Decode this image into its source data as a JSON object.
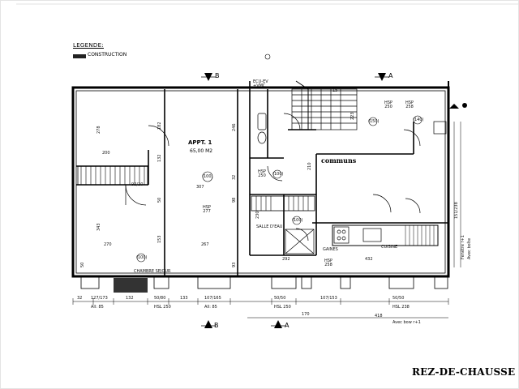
{
  "legend": {
    "title": "LEGENDE:",
    "construction": "CONSTRUCTION"
  },
  "sheet_title": "REZ-DE-CHAUSSE",
  "apartment": {
    "name": "APPT. 1",
    "area": "65,00 M2"
  },
  "common_area": "communs",
  "section_markers": {
    "b_top": "B",
    "a_top": "A",
    "b_bottom": "B",
    "a_bottom": "A"
  },
  "room_labels": {
    "salle_deau": "SALLE D'EAU",
    "cuisine": "CUISINE",
    "chambre_sejour": "CHAMBRE SEJOUR",
    "ecu_ev": "ECU-EV\n+VMC",
    "gaines": "GAINES",
    "hsp_277": "HSP\n277",
    "hsp_250_a": "HSP\n250",
    "hsp_250_b": "HSP\n250",
    "hsp_258_a": "HSP\n258",
    "hsp_258_b": "HSP\n258"
  },
  "plan_dimensions": {
    "d278": "278",
    "d200": "200",
    "d307": "307",
    "d343": "343",
    "d270": "270",
    "d267": "267",
    "d292": "292",
    "d432": "432",
    "d223": "223",
    "d246": "246",
    "d132": "132",
    "d210": "210",
    "d230": "230",
    "d182": "182",
    "d153": "153",
    "d98": "98",
    "d93": "93",
    "d50a": "50",
    "d50b": "50",
    "d32a": "32",
    "d15": "15",
    "d92_20": "92/20",
    "d1000a": "(100)",
    "d1000b": "(100)",
    "d1000c": "(100)",
    "d1000d": "(100)",
    "d150": "(150)",
    "d1400": "(140)"
  },
  "bottom_dimensions": {
    "b32": "32",
    "b27_173": "127/173",
    "b132": "132",
    "b50": "50/80",
    "b133": "133",
    "b107_165": "107/165",
    "b50_b": "50/50",
    "b107_153": "107/153",
    "b50_c": "50/50",
    "b170": "170",
    "b418": "418",
    "all85_a": "All: 85",
    "hsl_250": "HSL 250",
    "all85_b": "All: 85",
    "hsl_250_b": "HSL 250",
    "hsl_238": "HSL 238",
    "allege": "Avec bow r+1"
  },
  "side_dimensions": {
    "right_1": "151/238",
    "right_2": "Fenêtre r+1",
    "right_3": "Avec boîte"
  }
}
